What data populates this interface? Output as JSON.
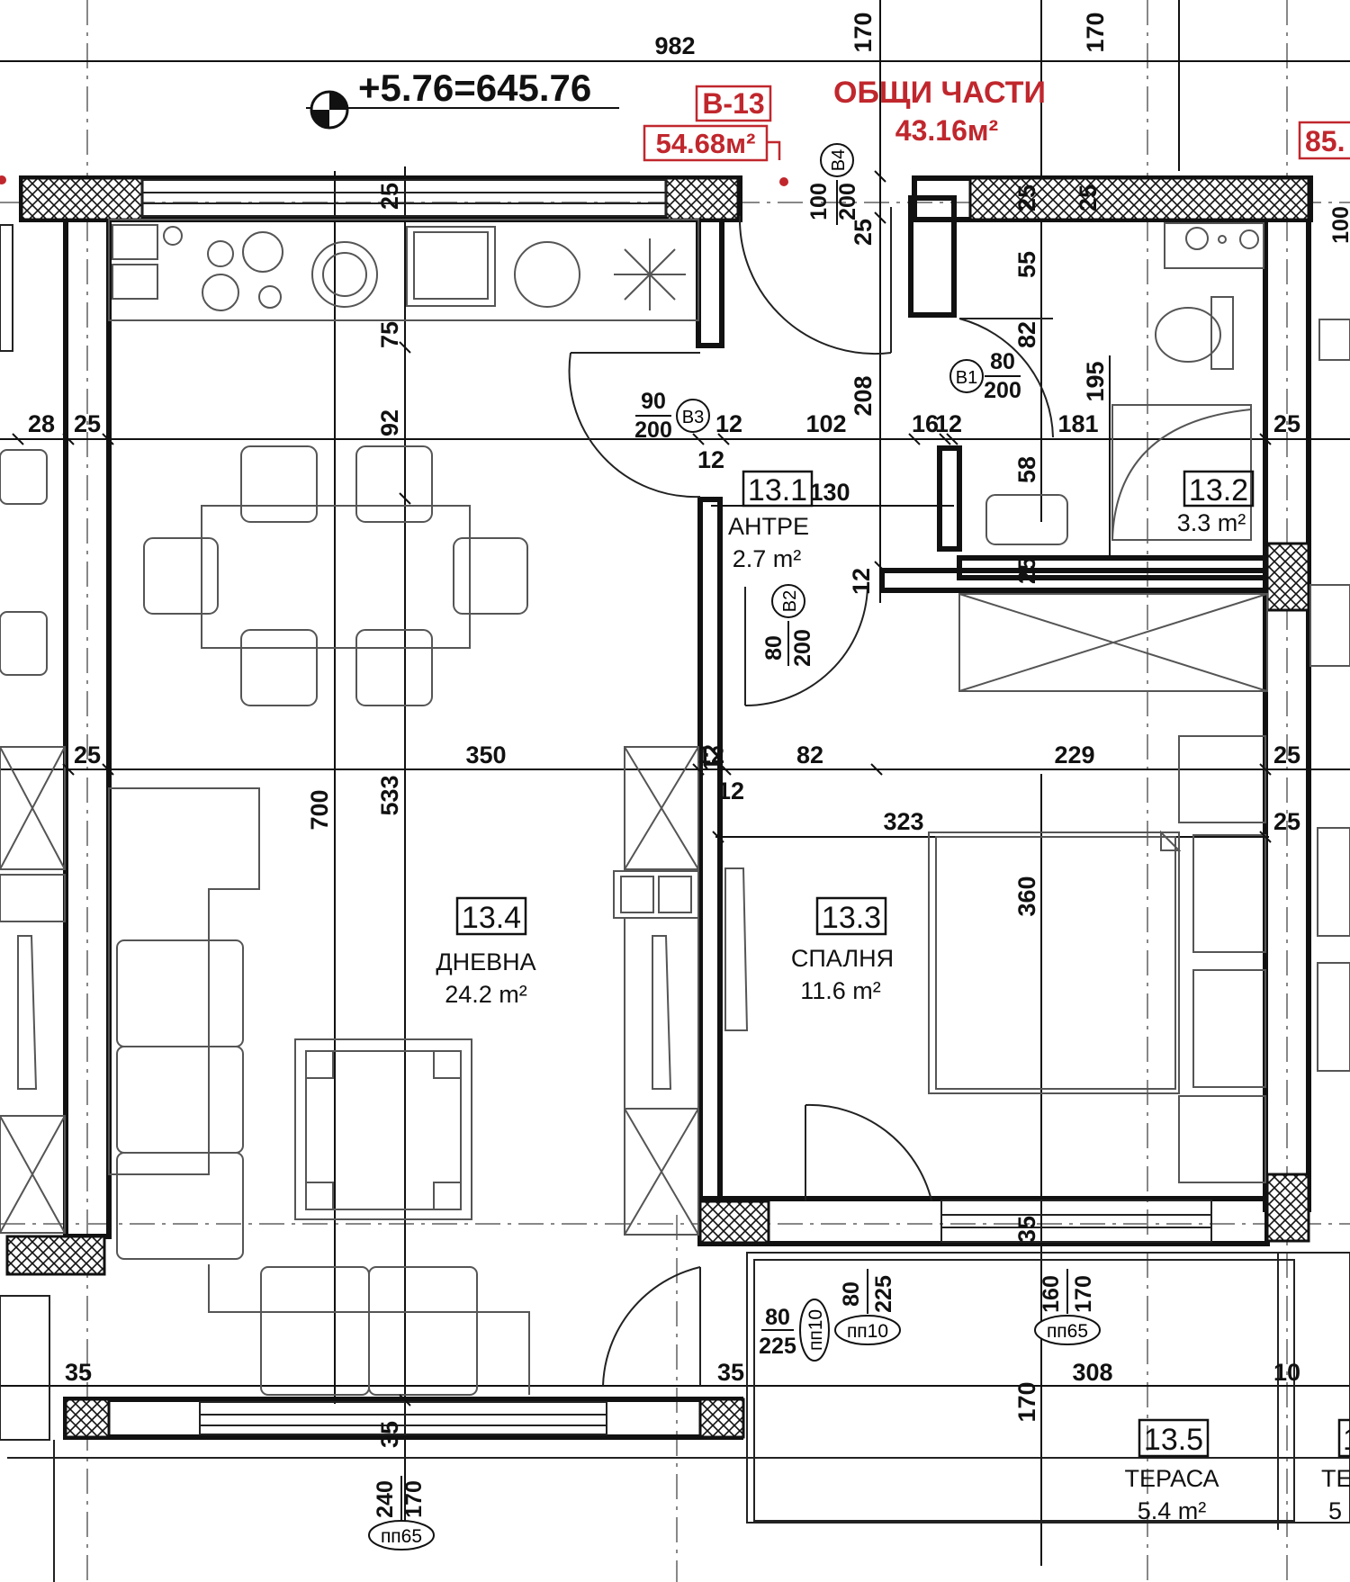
{
  "elevation": "+5.76=645.76",
  "unit": {
    "code": "В-13",
    "area": "54.68м²"
  },
  "common": {
    "title": "ОБЩИ ЧАСТИ",
    "area": "43.16м²"
  },
  "neighbor_area_partial": "85.",
  "rooms": [
    {
      "num": "13.1",
      "name": "АНТРЕ",
      "area": "2.7 m²"
    },
    {
      "num": "13.2",
      "name": "",
      "area": "3.3 m²"
    },
    {
      "num": "13.3",
      "name": "СПАЛНЯ",
      "area": "11.6 m²"
    },
    {
      "num": "13.4",
      "name": "ДНЕВНА",
      "area": "24.2 m²"
    },
    {
      "num": "13.5",
      "name": "ТЕРАСА",
      "area": "5.4 m²"
    }
  ],
  "neighbor_right": {
    "num": "1",
    "name": "ТЕ",
    "area": "5"
  },
  "doors": {
    "b1": {
      "code": "В1",
      "w": "80",
      "h": "200"
    },
    "b2": {
      "code": "В2",
      "w": "80",
      "h": "200"
    },
    "b3": {
      "code": "В3",
      "w": "90",
      "h": "200"
    },
    "b4": {
      "code": "В4",
      "w": "100",
      "h": "200"
    },
    "b_right": {
      "w": "100"
    }
  },
  "windows": {
    "pp10a": {
      "code": "пп10",
      "w": "80",
      "h": "225"
    },
    "pp10b": {
      "code": "пп10",
      "w": "80",
      "h": "225"
    },
    "pp65a": {
      "code": "пп65",
      "w": "160",
      "h": "170"
    },
    "pp65b": {
      "code": "пп65",
      "w": "240",
      "h": "170"
    }
  },
  "dims": {
    "top_982": "982",
    "top_170a": "170",
    "top_170b": "170",
    "d25_top": "25",
    "d75": "75",
    "d92": "92",
    "d533": "533",
    "d700": "700",
    "d28": "28",
    "d25_left1": "25",
    "d25_left2": "25",
    "d350": "350",
    "d12_a": "12",
    "d12_b": "12",
    "d12_c": "12",
    "d12_d": "12",
    "d12_e": "12",
    "d12_f": "12",
    "d12_g": "12",
    "d102": "102",
    "d16": "16",
    "d181": "181",
    "d25_r1": "25",
    "d25_r2": "25",
    "d25_r3": "25",
    "d25_bath_a": "25",
    "d25_bath_b": "25",
    "d25_bath_c": "25",
    "d55": "55",
    "d82_v": "82",
    "d195": "195",
    "d208": "208",
    "d58": "58",
    "d130": "130",
    "d82_h": "82",
    "d229": "229",
    "d323": "323",
    "d360": "360",
    "d35_a": "35",
    "d35_b": "35",
    "d35_c": "35",
    "d35_d": "35",
    "d308": "308",
    "d10": "10",
    "d170_ter": "170",
    "d25_b4": "25"
  }
}
